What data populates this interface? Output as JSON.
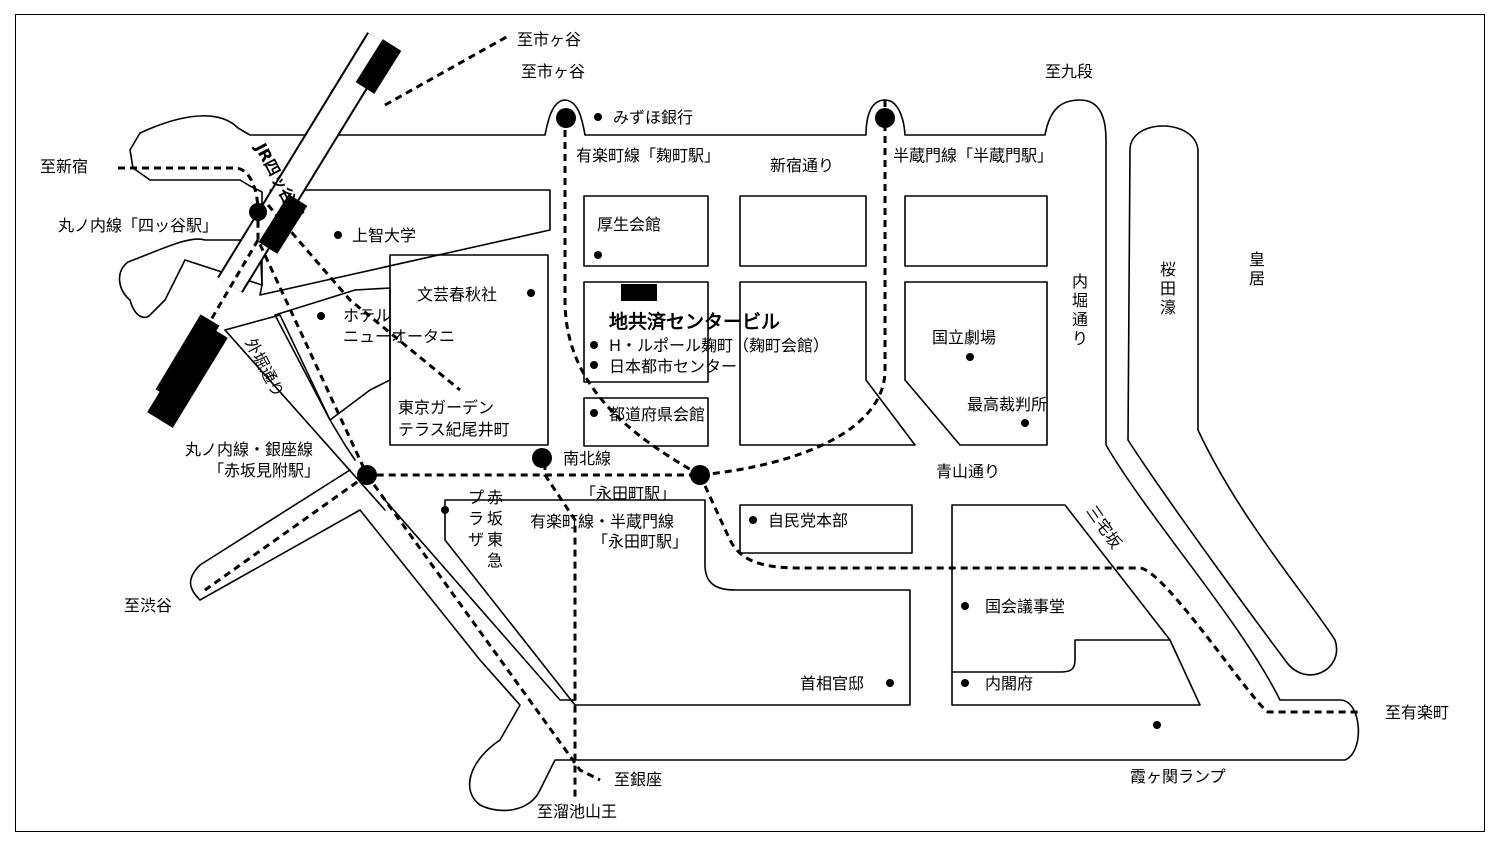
{
  "colors": {
    "ink": "#000000",
    "paper": "#ffffff"
  },
  "map": {
    "to_ichigaya_1": "至市ヶ谷",
    "to_ichigaya_2": "至市ヶ谷",
    "to_kudan": "至九段",
    "to_shinjuku": "至新宿",
    "to_shibuya": "至渋谷",
    "to_yurakucho": "至有楽町",
    "to_ginza": "至銀座",
    "to_tameike_sanno": "至溜池山王",
    "jr_yotsuya": "JR四ッ谷駅",
    "marunouchi_yotsuya": "丸ノ内線「四ッ谷駅」",
    "mizuho_bank": "みずほ銀行",
    "yurakucho_kojimachi": "有楽町線「麹町駅」",
    "shinjuku_dori": "新宿通り",
    "hanzomon_station": "半蔵門線「半蔵門駅」",
    "sophia_univ": "上智大学",
    "kosei_kaikan": "厚生会館",
    "bungeishunju": "文芸春秋社",
    "hotel_label": "ホテル",
    "new_otani": "ニューオータニ",
    "sotobori_dori": "外堀通り",
    "target_building": "地共済センタービル",
    "h_leport": "H・ルポール麹町（麹町会館）",
    "nihon_toshi": "日本都市センター",
    "tokyo_garden_1": "東京ガーデン",
    "tokyo_garden_2": "テラス紀尾井町",
    "todofuken_kaikan": "都道府県会館",
    "national_theatre": "国立劇場",
    "supreme_court": "最高裁判所",
    "uchibori_dori": "内堀通り",
    "sakuradabori": "桜田濠",
    "imperial_palace": "皇居",
    "aoyama_dori": "青山通り",
    "akasaka_mitsuke_1": "丸ノ内線・銀座線",
    "akasaka_mitsuke_2": "「赤坂見附駅」",
    "nanboku": "南北線",
    "nagatacho_1": "「永田町駅」",
    "nagatacho_2": "有楽町線・半蔵門線",
    "nagatacho_3": "「永田町駅」",
    "prazza_1": "プ",
    "prazza_2": "ラ",
    "prazza_3": "ザ",
    "prazza_4": "赤",
    "prazza_5": "坂",
    "prazza_6": "東",
    "prazza_7": "急",
    "ldp_hq": "自民党本部",
    "miyakezaka": "三宅坂",
    "diet_building": "国会議事堂",
    "pm_residence": "首相官邸",
    "cabinet_office": "内閣府",
    "kasumigaseki_ramp": "霞ヶ関ランプ"
  }
}
